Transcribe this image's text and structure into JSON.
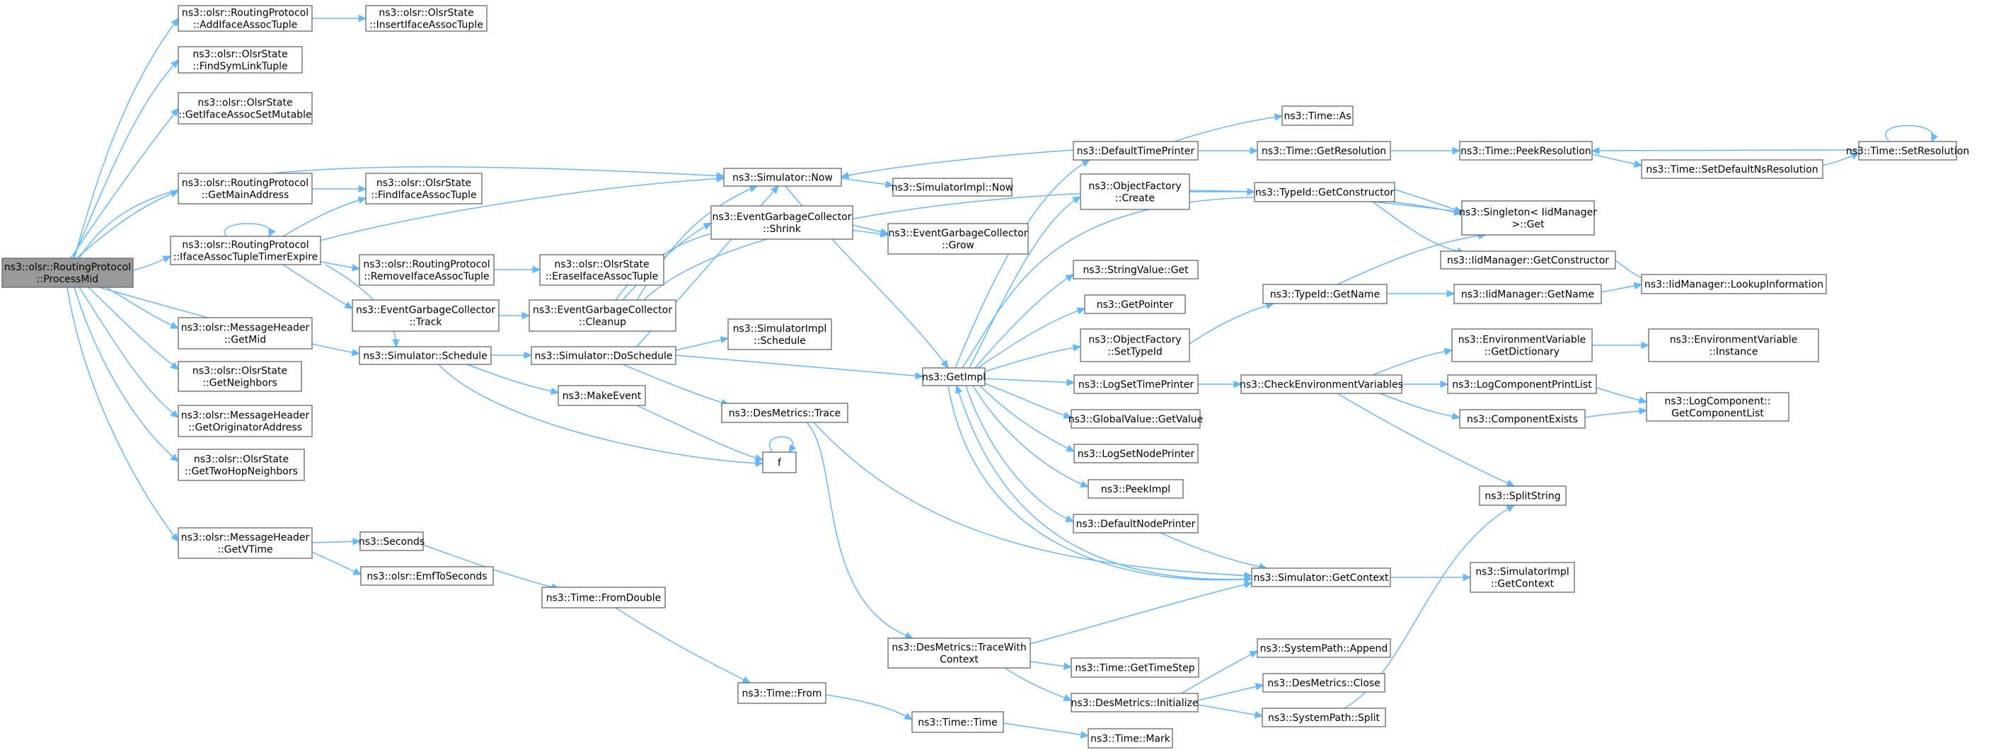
{
  "graph_title": "",
  "colors": {
    "edge": "#63b8ff",
    "node_border": "#666666",
    "node_fill": "#ffffff",
    "root_fill": "#999999"
  },
  "nodes": [
    {
      "id": "processmid",
      "lines": [
        "ns3::olsr::RoutingProtocol",
        "::ProcessMid"
      ],
      "root": true
    },
    {
      "id": "addiface",
      "lines": [
        "ns3::olsr::RoutingProtocol",
        "::AddIfaceAssocTuple"
      ]
    },
    {
      "id": "insertiface",
      "lines": [
        "ns3::olsr::OlsrState",
        "::InsertIfaceAssocTuple"
      ]
    },
    {
      "id": "findsymlink",
      "lines": [
        "ns3::olsr::OlsrState",
        "::FindSymLinkTuple"
      ]
    },
    {
      "id": "getifaceassocset",
      "lines": [
        "ns3::olsr::OlsrState",
        "::GetIfaceAssocSetMutable"
      ]
    },
    {
      "id": "getmainaddress",
      "lines": [
        "ns3::olsr::RoutingProtocol",
        "::GetMainAddress"
      ]
    },
    {
      "id": "findiface",
      "lines": [
        "ns3::olsr::OlsrState",
        "::FindIfaceAssocTuple"
      ]
    },
    {
      "id": "ifaceexpire",
      "lines": [
        "ns3::olsr::RoutingProtocol",
        "::IfaceAssocTupleTimerExpire"
      ]
    },
    {
      "id": "removeiface",
      "lines": [
        "ns3::olsr::RoutingProtocol",
        "::RemoveIfaceAssocTuple"
      ]
    },
    {
      "id": "eraseiface",
      "lines": [
        "ns3::olsr::OlsrState",
        "::EraseIfaceAssocTuple"
      ]
    },
    {
      "id": "egctrack",
      "lines": [
        "ns3::EventGarbageCollector",
        "::Track"
      ]
    },
    {
      "id": "egccleanup",
      "lines": [
        "ns3::EventGarbageCollector",
        "::Cleanup"
      ]
    },
    {
      "id": "simschedule",
      "lines": [
        "ns3::Simulator::Schedule"
      ]
    },
    {
      "id": "getmid",
      "lines": [
        "ns3::olsr::MessageHeader",
        "::GetMid"
      ]
    },
    {
      "id": "getneighbors",
      "lines": [
        "ns3::olsr::OlsrState",
        "::GetNeighbors"
      ]
    },
    {
      "id": "getorigaddr",
      "lines": [
        "ns3::olsr::MessageHeader",
        "::GetOriginatorAddress"
      ]
    },
    {
      "id": "gettwohop",
      "lines": [
        "ns3::olsr::OlsrState",
        "::GetTwoHopNeighbors"
      ]
    },
    {
      "id": "getvtime",
      "lines": [
        "ns3::olsr::MessageHeader",
        "::GetVTime"
      ]
    },
    {
      "id": "seconds",
      "lines": [
        "ns3::Seconds"
      ]
    },
    {
      "id": "emftoseconds",
      "lines": [
        "ns3::olsr::EmfToSeconds"
      ]
    },
    {
      "id": "fromdouble",
      "lines": [
        "ns3::Time::FromDouble"
      ]
    },
    {
      "id": "timefrom",
      "lines": [
        "ns3::Time::From"
      ]
    },
    {
      "id": "timetime",
      "lines": [
        "ns3::Time::Time"
      ]
    },
    {
      "id": "timemark",
      "lines": [
        "ns3::Time::Mark"
      ]
    },
    {
      "id": "simnow",
      "lines": [
        "ns3::Simulator::Now"
      ]
    },
    {
      "id": "simimplnow",
      "lines": [
        "ns3::SimulatorImpl::Now"
      ]
    },
    {
      "id": "egcshrink",
      "lines": [
        "ns3::EventGarbageCollector",
        "::Shrink"
      ]
    },
    {
      "id": "egcgrow",
      "lines": [
        "ns3::EventGarbageCollector",
        "::Grow"
      ]
    },
    {
      "id": "simimplschedule",
      "lines": [
        "ns3::SimulatorImpl",
        "::Schedule"
      ]
    },
    {
      "id": "doschedule",
      "lines": [
        "ns3::Simulator::DoSchedule"
      ]
    },
    {
      "id": "makeevent",
      "lines": [
        "ns3::MakeEvent"
      ]
    },
    {
      "id": "f",
      "lines": [
        "f"
      ]
    },
    {
      "id": "desmetricstrace",
      "lines": [
        "ns3::DesMetrics::Trace"
      ]
    },
    {
      "id": "tracewithcontext",
      "lines": [
        "ns3::DesMetrics::TraceWith",
        "Context"
      ]
    },
    {
      "id": "gettimestep",
      "lines": [
        "ns3::Time::GetTimeStep"
      ]
    },
    {
      "id": "dminitialize",
      "lines": [
        "ns3::DesMetrics::Initialize"
      ]
    },
    {
      "id": "getimpl",
      "lines": [
        "ns3::GetImpl"
      ]
    },
    {
      "id": "defaulttimeprinter",
      "lines": [
        "ns3::DefaultTimePrinter"
      ]
    },
    {
      "id": "timeas",
      "lines": [
        "ns3::Time::As"
      ]
    },
    {
      "id": "getresolution",
      "lines": [
        "ns3::Time::GetResolution"
      ]
    },
    {
      "id": "peekresolution",
      "lines": [
        "ns3::Time::PeekResolution"
      ]
    },
    {
      "id": "setdefaultns",
      "lines": [
        "ns3::Time::SetDefaultNsResolution"
      ]
    },
    {
      "id": "setresolution",
      "lines": [
        "ns3::Time::SetResolution"
      ]
    },
    {
      "id": "ofcreate",
      "lines": [
        "ns3::ObjectFactory",
        "::Create"
      ]
    },
    {
      "id": "getconstructor",
      "lines": [
        "ns3::TypeId::GetConstructor"
      ]
    },
    {
      "id": "singletonget",
      "lines": [
        "ns3::Singleton< IidManager",
        " >::Get"
      ]
    },
    {
      "id": "iidgetconstructor",
      "lines": [
        "ns3::IidManager::GetConstructor"
      ]
    },
    {
      "id": "stringvalueget",
      "lines": [
        "ns3::StringValue::Get"
      ]
    },
    {
      "id": "getpointer",
      "lines": [
        "ns3::GetPointer"
      ]
    },
    {
      "id": "typeidgetname",
      "lines": [
        "ns3::TypeId::GetName"
      ]
    },
    {
      "id": "iidgetname",
      "lines": [
        "ns3::IidManager::GetName"
      ]
    },
    {
      "id": "lookupinfo",
      "lines": [
        "ns3::IidManager::LookupInformation"
      ]
    },
    {
      "id": "ofsettypeid",
      "lines": [
        "ns3::ObjectFactory",
        "::SetTypeId"
      ]
    },
    {
      "id": "logsettimeprinter",
      "lines": [
        "ns3::LogSetTimePrinter"
      ]
    },
    {
      "id": "checkenv",
      "lines": [
        "ns3::CheckEnvironmentVariables"
      ]
    },
    {
      "id": "envgetdict",
      "lines": [
        "ns3::EnvironmentVariable",
        "::GetDictionary"
      ]
    },
    {
      "id": "envinstance",
      "lines": [
        "ns3::EnvironmentVariable",
        "::Instance"
      ]
    },
    {
      "id": "logcompprintlist",
      "lines": [
        "ns3::LogComponentPrintList"
      ]
    },
    {
      "id": "logcompgetlist",
      "lines": [
        "ns3::LogComponent::",
        "GetComponentList"
      ]
    },
    {
      "id": "componentexists",
      "lines": [
        "ns3::ComponentExists"
      ]
    },
    {
      "id": "globalvalueget",
      "lines": [
        "ns3::GlobalValue::GetValue"
      ]
    },
    {
      "id": "logsetnodeprinter",
      "lines": [
        "ns3::LogSetNodePrinter"
      ]
    },
    {
      "id": "peekimpl",
      "lines": [
        "ns3::PeekImpl"
      ]
    },
    {
      "id": "defaultnodeprinter",
      "lines": [
        "ns3::DefaultNodePrinter"
      ]
    },
    {
      "id": "splitstring",
      "lines": [
        "ns3::SplitString"
      ]
    },
    {
      "id": "simgetcontext",
      "lines": [
        "ns3::Simulator::GetContext"
      ]
    },
    {
      "id": "simimplgetcontext",
      "lines": [
        "ns3::SimulatorImpl",
        "::GetContext"
      ]
    },
    {
      "id": "sysappend",
      "lines": [
        "ns3::SystemPath::Append"
      ]
    },
    {
      "id": "dmclose",
      "lines": [
        "ns3::DesMetrics::Close"
      ]
    },
    {
      "id": "syssplit",
      "lines": [
        "ns3::SystemPath::Split"
      ]
    }
  ],
  "edges": [
    [
      "processmid",
      "addiface"
    ],
    [
      "processmid",
      "findsymlink"
    ],
    [
      "processmid",
      "getifaceassocset"
    ],
    [
      "processmid",
      "simnow"
    ],
    [
      "processmid",
      "getmainaddress"
    ],
    [
      "processmid",
      "ifaceexpire"
    ],
    [
      "processmid",
      "simschedule"
    ],
    [
      "processmid",
      "getmid"
    ],
    [
      "processmid",
      "getneighbors"
    ],
    [
      "processmid",
      "getorigaddr"
    ],
    [
      "processmid",
      "gettwohop"
    ],
    [
      "processmid",
      "getvtime"
    ],
    [
      "addiface",
      "insertiface"
    ],
    [
      "getmainaddress",
      "findiface"
    ],
    [
      "ifaceexpire",
      "ifaceexpire"
    ],
    [
      "ifaceexpire",
      "findiface"
    ],
    [
      "ifaceexpire",
      "simnow"
    ],
    [
      "ifaceexpire",
      "removeiface"
    ],
    [
      "ifaceexpire",
      "egctrack"
    ],
    [
      "ifaceexpire",
      "simschedule"
    ],
    [
      "removeiface",
      "eraseiface"
    ],
    [
      "egctrack",
      "egccleanup"
    ],
    [
      "egccleanup",
      "simnow"
    ],
    [
      "egccleanup",
      "egcshrink"
    ],
    [
      "egccleanup",
      "egcgrow"
    ],
    [
      "egccleanup",
      "singletonget"
    ],
    [
      "egcshrink",
      "egcgrow"
    ],
    [
      "simschedule",
      "doschedule"
    ],
    [
      "simschedule",
      "makeevent"
    ],
    [
      "simschedule",
      "f"
    ],
    [
      "doschedule",
      "simnow"
    ],
    [
      "doschedule",
      "simimplschedule"
    ],
    [
      "doschedule",
      "getimpl"
    ],
    [
      "doschedule",
      "desmetricstrace"
    ],
    [
      "makeevent",
      "f"
    ],
    [
      "f",
      "f"
    ],
    [
      "simnow",
      "simimplnow"
    ],
    [
      "simnow",
      "getimpl"
    ],
    [
      "desmetricstrace",
      "tracewithcontext"
    ],
    [
      "desmetricstrace",
      "simgetcontext"
    ],
    [
      "tracewithcontext",
      "simgetcontext"
    ],
    [
      "tracewithcontext",
      "gettimestep"
    ],
    [
      "tracewithcontext",
      "dminitialize"
    ],
    [
      "dminitialize",
      "sysappend"
    ],
    [
      "dminitialize",
      "dmclose"
    ],
    [
      "dminitialize",
      "syssplit"
    ],
    [
      "syssplit",
      "splitstring"
    ],
    [
      "getvtime",
      "seconds"
    ],
    [
      "getvtime",
      "emftoseconds"
    ],
    [
      "seconds",
      "fromdouble"
    ],
    [
      "fromdouble",
      "timefrom"
    ],
    [
      "timefrom",
      "timetime"
    ],
    [
      "timetime",
      "timemark"
    ],
    [
      "getimpl",
      "defaulttimeprinter"
    ],
    [
      "getimpl",
      "ofcreate"
    ],
    [
      "getimpl",
      "stringvalueget"
    ],
    [
      "getimpl",
      "getpointer"
    ],
    [
      "getimpl",
      "ofsettypeid"
    ],
    [
      "getimpl",
      "logsettimeprinter"
    ],
    [
      "getimpl",
      "globalvalueget"
    ],
    [
      "getimpl",
      "logsetnodeprinter"
    ],
    [
      "getimpl",
      "peekimpl"
    ],
    [
      "getimpl",
      "defaultnodeprinter"
    ],
    [
      "getimpl",
      "simgetcontext"
    ],
    [
      "getimpl",
      "singletonget"
    ],
    [
      "defaulttimeprinter",
      "simnow"
    ],
    [
      "defaulttimeprinter",
      "timeas"
    ],
    [
      "defaulttimeprinter",
      "getresolution"
    ],
    [
      "getresolution",
      "peekresolution"
    ],
    [
      "peekresolution",
      "setdefaultns"
    ],
    [
      "setdefaultns",
      "setresolution"
    ],
    [
      "setresolution",
      "peekresolution"
    ],
    [
      "setresolution",
      "setresolution"
    ],
    [
      "ofcreate",
      "getconstructor"
    ],
    [
      "getconstructor",
      "singletonget"
    ],
    [
      "getconstructor",
      "iidgetconstructor"
    ],
    [
      "iidgetconstructor",
      "lookupinfo"
    ],
    [
      "ofsettypeid",
      "typeidgetname"
    ],
    [
      "typeidgetname",
      "singletonget"
    ],
    [
      "typeidgetname",
      "iidgetname"
    ],
    [
      "iidgetname",
      "lookupinfo"
    ],
    [
      "logsettimeprinter",
      "checkenv"
    ],
    [
      "checkenv",
      "envgetdict"
    ],
    [
      "checkenv",
      "logcompprintlist"
    ],
    [
      "checkenv",
      "componentexists"
    ],
    [
      "checkenv",
      "splitstring"
    ],
    [
      "envgetdict",
      "envinstance"
    ],
    [
      "logcompprintlist",
      "logcompgetlist"
    ],
    [
      "componentexists",
      "logcompgetlist"
    ],
    [
      "defaultnodeprinter",
      "simgetcontext"
    ],
    [
      "simgetcontext",
      "getimpl"
    ],
    [
      "simgetcontext",
      "simimplgetcontext"
    ]
  ]
}
